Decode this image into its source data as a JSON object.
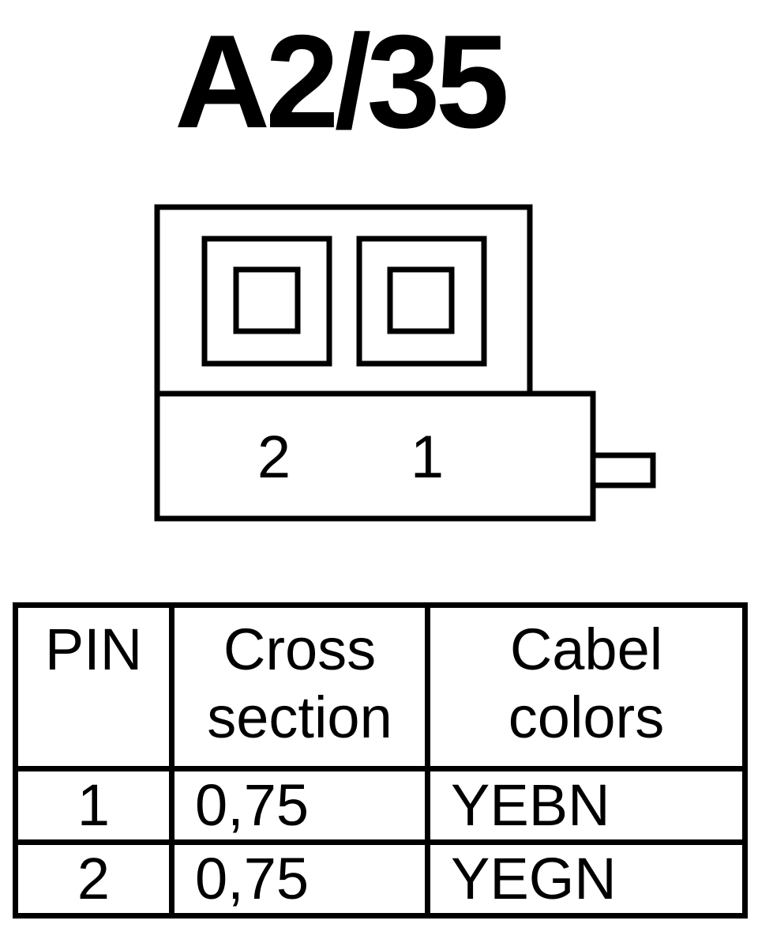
{
  "title": "A2/35",
  "connector": {
    "pin_labels": [
      "2",
      "1"
    ]
  },
  "table": {
    "headers": {
      "pin": "PIN",
      "cross_section": "Cross\nsection",
      "cable_colors": "Cabel\ncolors"
    },
    "rows": [
      {
        "pin": "1",
        "cross_section": "0,75",
        "color": "YEBN"
      },
      {
        "pin": "2",
        "cross_section": "0,75",
        "color": "YEGN"
      }
    ]
  }
}
